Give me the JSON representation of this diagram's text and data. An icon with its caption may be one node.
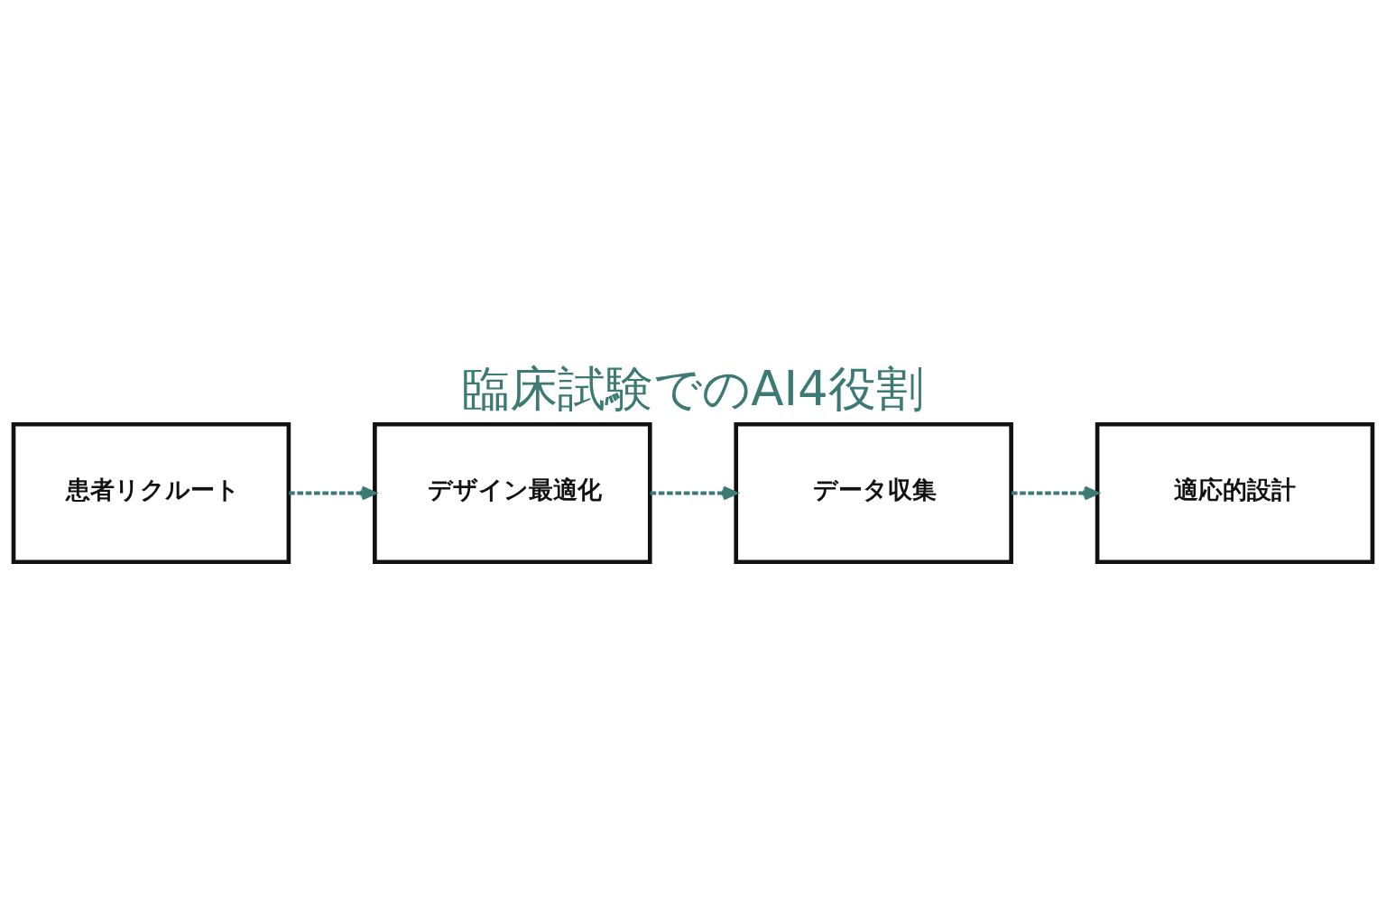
{
  "diagram": {
    "title": "臨床試験でのAI4役割",
    "nodes": [
      {
        "text": [
          "患者リクルート"
        ]
      },
      {
        "text": [
          "デザイン最適化"
        ]
      },
      {
        "text": [
          "データ収集"
        ]
      },
      {
        "text": [
          "適応的設計"
        ]
      }
    ],
    "edges": [
      {
        "from": 0,
        "to": 1,
        "arrow": "to",
        "style": "dashed"
      },
      {
        "from": 1,
        "to": 2,
        "arrow": "to",
        "style": "dashed"
      },
      {
        "from": 2,
        "to": 3,
        "arrow": "to",
        "style": "dashed"
      }
    ]
  }
}
